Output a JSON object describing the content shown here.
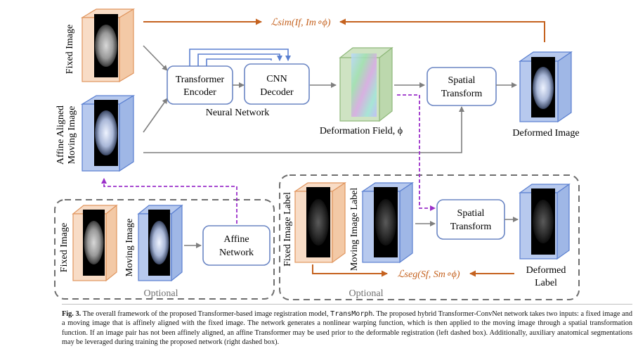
{
  "colors": {
    "fixed_fill": "#f8dcc6",
    "fixed_stroke": "#e0955e",
    "moving_fill": "#b7c9ee",
    "moving_stroke": "#5a7fd0",
    "field_fill": "#cfe3c3",
    "field_stroke": "#8fb87a",
    "box_stroke": "#6b86c4",
    "arrow_gray": "#7f7f7f",
    "orange": "#c5621f",
    "purple": "#9b30c9",
    "dash_gray": "#6f6f6f"
  },
  "labels": {
    "fixed_image": "Fixed Image",
    "moving_image_1": "Affine Aligned",
    "moving_image_2": "Moving Image",
    "transformer_encoder_1": "Transformer",
    "transformer_encoder_2": "Encoder",
    "cnn_decoder_1": "CNN",
    "cnn_decoder_2": "Decoder",
    "neural_network": "Neural Network",
    "deformation_field": "Deformation Field, ϕ",
    "spatial_transform_1": "Spatial",
    "spatial_transform_2": "Transform",
    "deformed_image": "Deformed Image",
    "loss_sim": "ℒsim(If, Im∘ϕ)",
    "fixed_image_small": "Fixed Image",
    "moving_image_small": "Moving Image",
    "affine_network_1": "Affine",
    "affine_network_2": "Network",
    "optional_left": "Optional",
    "fixed_image_label": "Fixed Image Label",
    "moving_image_label": "Moving Image Label",
    "spatial_transform_seg_1": "Spatial",
    "spatial_transform_seg_2": "Transform",
    "deformed_label_1": "Deformed",
    "deformed_label_2": "Label",
    "loss_seg": "ℒseg(Sf, Sm∘ϕ)",
    "optional_right": "Optional"
  },
  "caption": {
    "fig_label": "Fig. 3.",
    "text_1": " The overall framework of the proposed Transformer-based image registration model, ",
    "model_name": "TransMorph",
    "text_2": ". The proposed hybrid Transformer-ConvNet network takes two inputs: a fixed image and a moving image that is affinely aligned with the fixed image. The network generates a nonlinear warping function, which is then applied to the moving image through a spatial transformation function. If an image pair has not been affinely aligned, an affine Transformer may be used prior to the deformable registration (left dashed box). Additionally, auxiliary anatomical segmentations may be leveraged during training the proposed network (right dashed box)."
  }
}
